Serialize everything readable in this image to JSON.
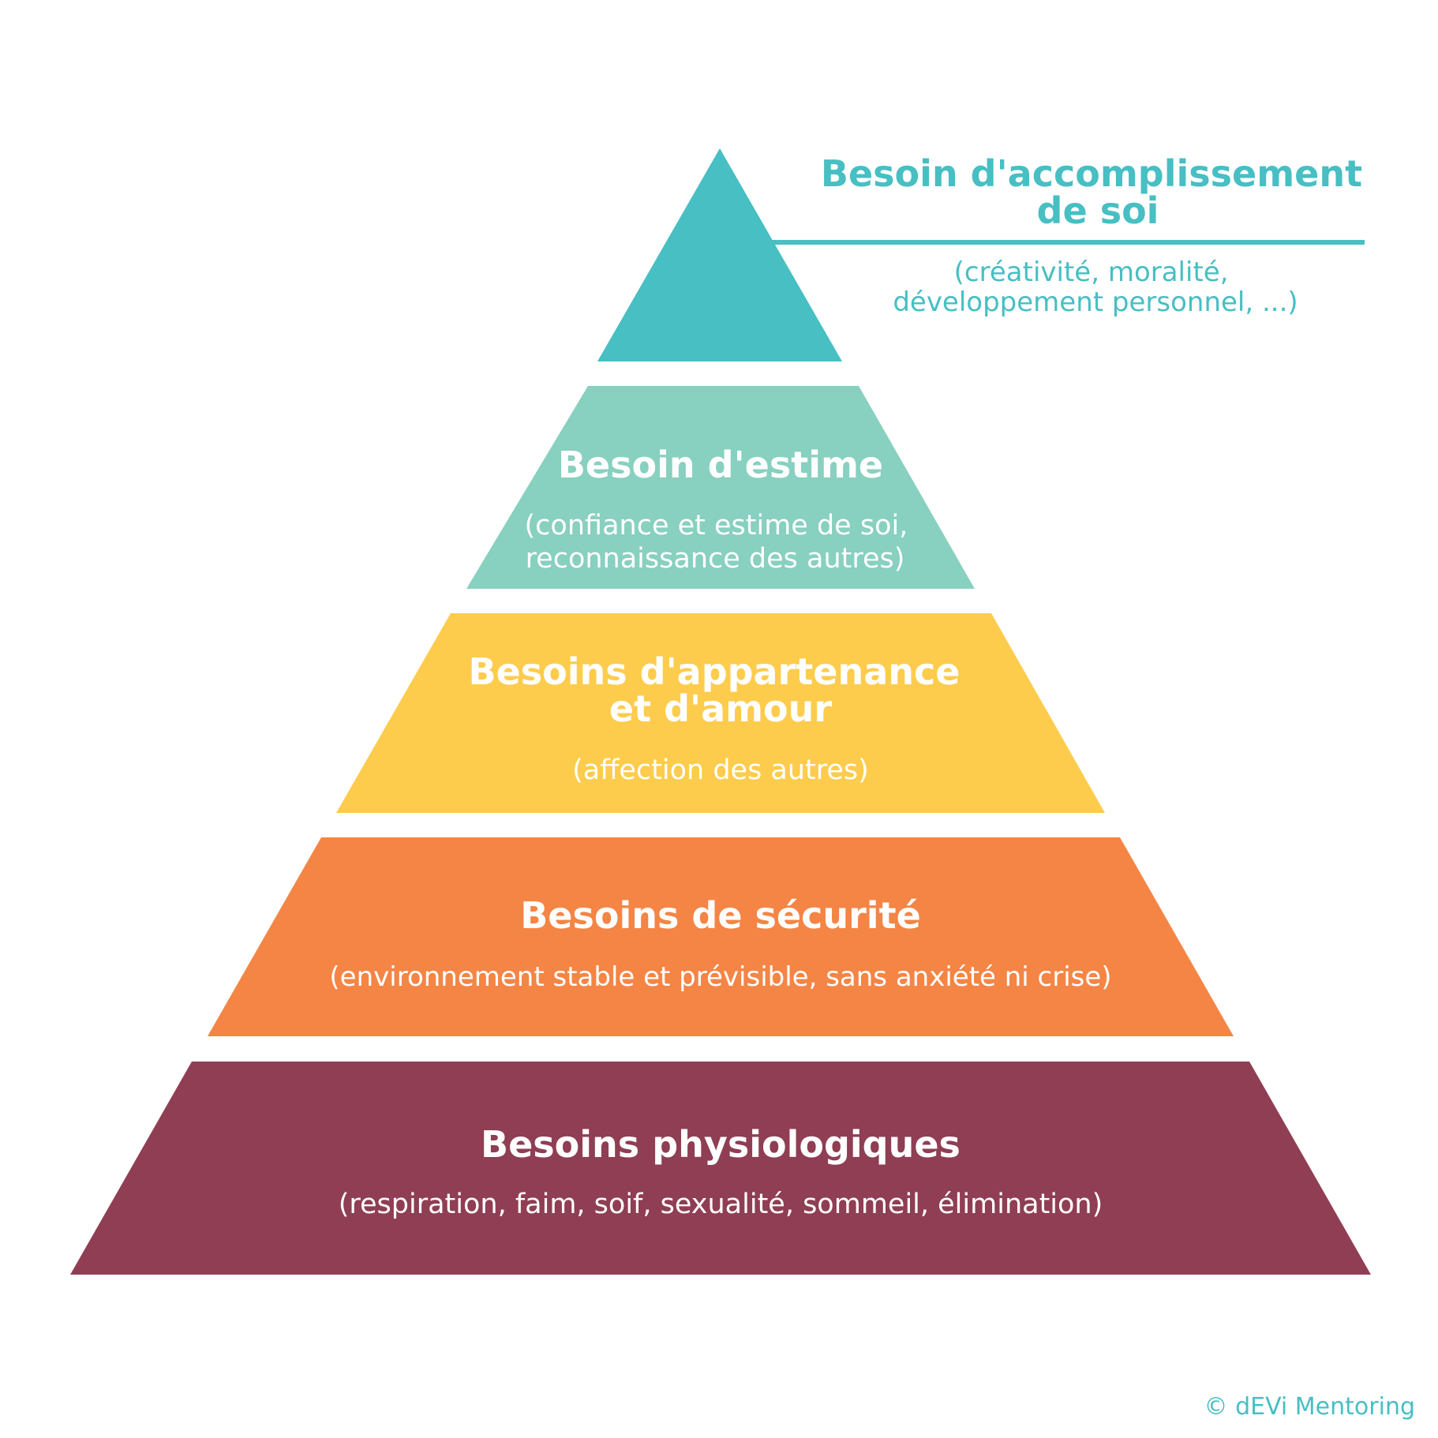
{
  "levels": [
    {
      "id": "self-actualization",
      "title_lines": [
        "Besoin d'accomplissement",
        "de soi"
      ],
      "subtitle_lines": [
        "(créativité, moralité,",
        "développement personnel, ...)"
      ],
      "color": "#47BFC3"
    },
    {
      "id": "esteem",
      "title_lines": [
        "Besoin d'estime"
      ],
      "subtitle_lines": [
        "(confiance et estime de soi,",
        "reconnaissance des autres)"
      ],
      "color": "#88D0C0"
    },
    {
      "id": "belonging",
      "title_lines": [
        "Besoins d'appartenance",
        "et d'amour"
      ],
      "subtitle_lines": [
        "(affection des autres)"
      ],
      "color": "#FDCC4D"
    },
    {
      "id": "safety",
      "title_lines": [
        "Besoins de sécurité"
      ],
      "subtitle_lines": [
        "(environnement stable et prévisible, sans anxiété ni crise)"
      ],
      "color": "#F48545"
    },
    {
      "id": "physiological",
      "title_lines": [
        "Besoins physiologiques"
      ],
      "subtitle_lines": [
        "(respiration, faim, soif, sexualité, sommeil, élimination)"
      ],
      "color": "#8F3E53"
    }
  ],
  "text_color_light": "#ffffff",
  "accent_color": "#47BFC3",
  "copyright": "© dEVi Mentoring"
}
